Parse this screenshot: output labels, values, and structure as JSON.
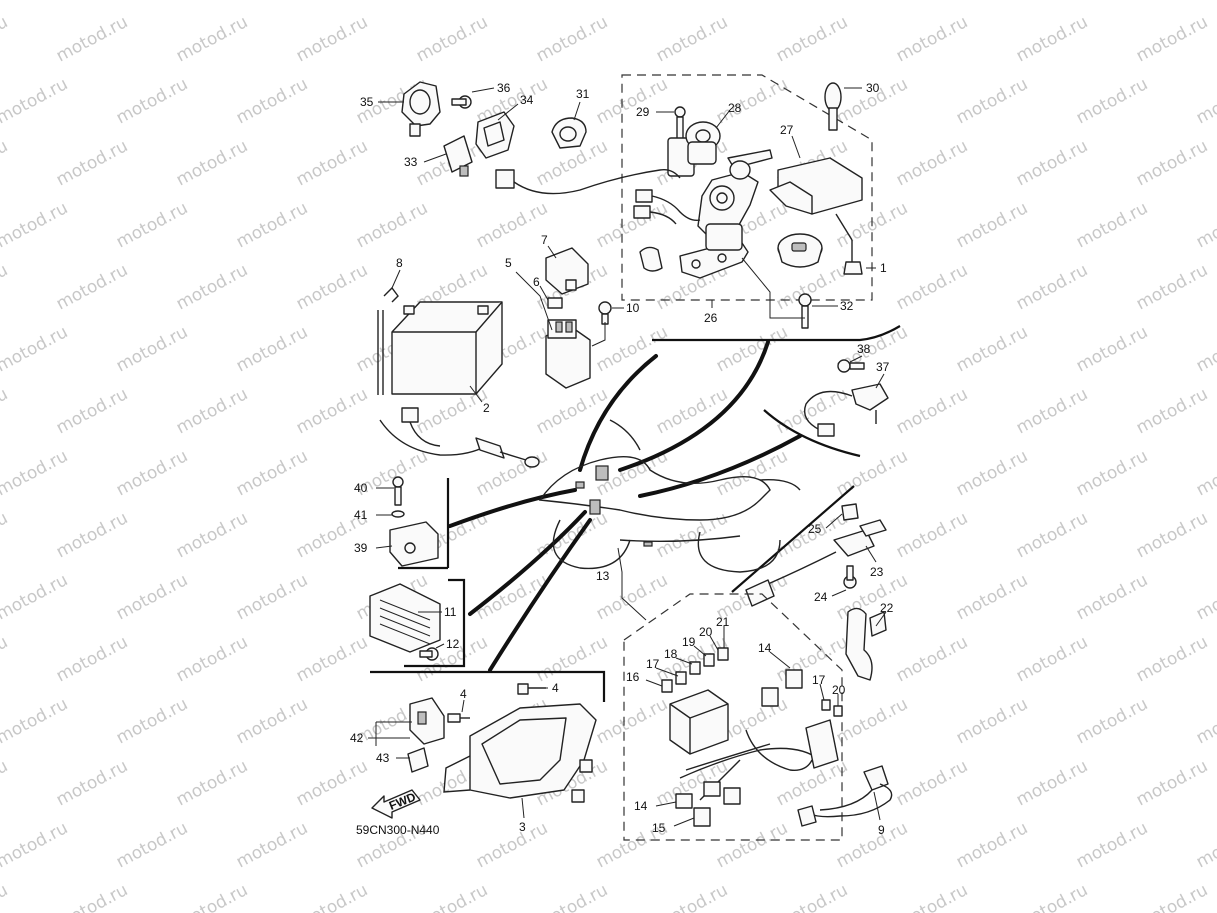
{
  "diagram": {
    "watermark": "motod.ru",
    "drawing_code": "59CN300-N440",
    "direction_arrow": "FWD",
    "colors": {
      "ink": "#111111",
      "watermark": "#c8c8c8",
      "background": "#ffffff"
    },
    "callouts": {
      "c1": "1",
      "c2": "2",
      "c3": "3",
      "c4a": "4",
      "c4b": "4",
      "c5": "5",
      "c6": "6",
      "c7": "7",
      "c8": "8",
      "c9": "9",
      "c10": "10",
      "c11": "11",
      "c12": "12",
      "c13": "13",
      "c14a": "14",
      "c14b": "14",
      "c15": "15",
      "c16": "16",
      "c17a": "17",
      "c17b": "17",
      "c18": "18",
      "c19": "19",
      "c20a": "20",
      "c20b": "20",
      "c21": "21",
      "c22": "22",
      "c23": "23",
      "c24": "24",
      "c25": "25",
      "c26": "26",
      "c27": "27",
      "c28": "28",
      "c29": "29",
      "c30": "30",
      "c31": "31",
      "c32": "32",
      "c33": "33",
      "c34": "34",
      "c35": "35",
      "c36": "36",
      "c37": "37",
      "c38": "38",
      "c39": "39",
      "c40": "40",
      "c41": "41",
      "c42": "42",
      "c43": "43"
    }
  }
}
